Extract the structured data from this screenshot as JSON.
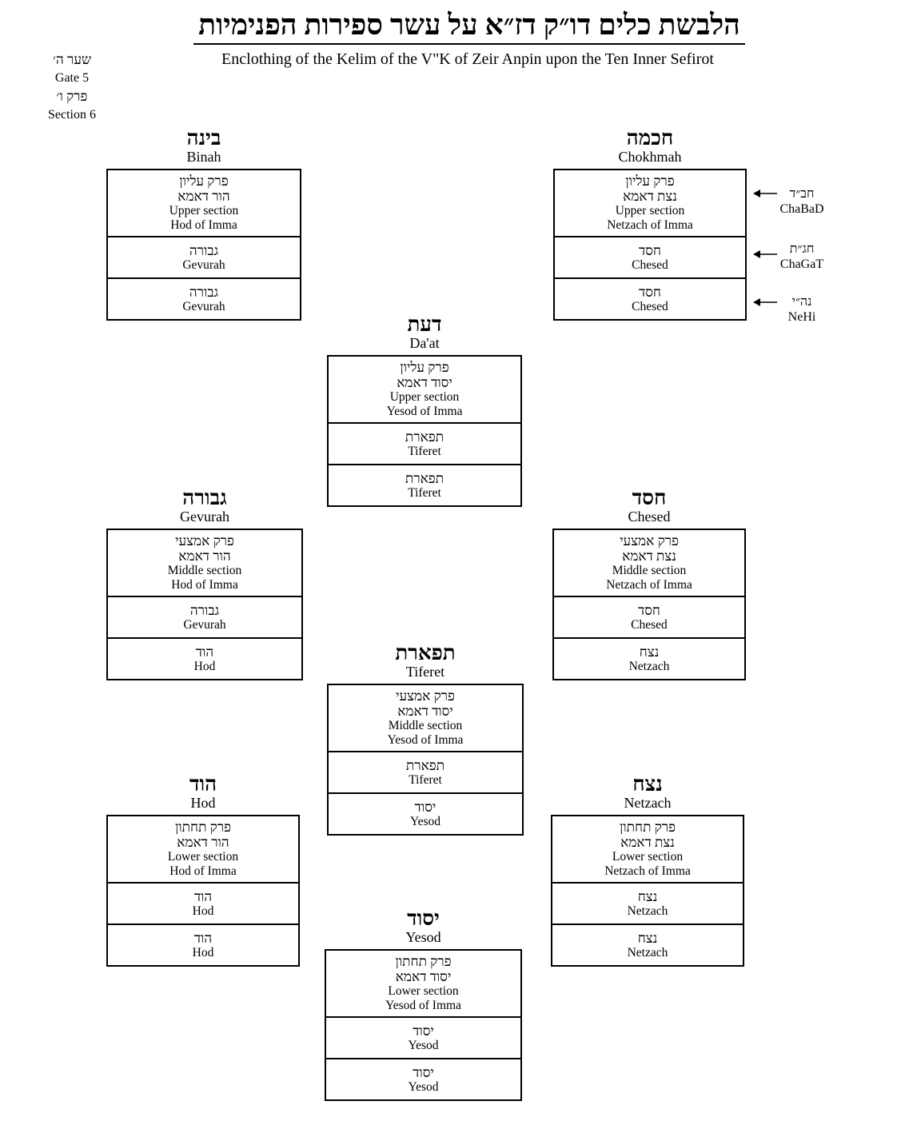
{
  "header": {
    "title_he": "הלבשת כלים דו״ק דז״א על עשר ספירות הפנימיות",
    "title_en": "Enclothing of the Kelim of the V\"K of Zeir Anpin upon the Ten Inner Sefirot",
    "gate_he": "שער ה׳",
    "gate_en": "Gate 5",
    "section_he": "פרק ו׳",
    "section_en": "Section 6"
  },
  "sefirot": {
    "binah": {
      "he": "בינה",
      "en": "Binah",
      "top": {
        "he1": "פרק עליון",
        "he2": "הור דאמא",
        "en1": "Upper section",
        "en2": "Hod of Imma"
      },
      "mid": {
        "he": "גבורה",
        "en": "Gevurah"
      },
      "bot": {
        "he": "גבורה",
        "en": "Gevurah"
      }
    },
    "chokhmah": {
      "he": "חכמה",
      "en": "Chokhmah",
      "top": {
        "he1": "פרק עליון",
        "he2": "נצת דאמא",
        "en1": "Upper section",
        "en2": "Netzach of Imma"
      },
      "mid": {
        "he": "חסד",
        "en": "Chesed"
      },
      "bot": {
        "he": "חסד",
        "en": "Chesed"
      }
    },
    "daat": {
      "he": "דעת",
      "en": "Da'at",
      "top": {
        "he1": "פרק עליון",
        "he2": "יסוד דאמא",
        "en1": "Upper section",
        "en2": "Yesod of Imma"
      },
      "mid": {
        "he": "תפארת",
        "en": "Tiferet"
      },
      "bot": {
        "he": "תפארת",
        "en": "Tiferet"
      }
    },
    "gevurah": {
      "he": "גבורה",
      "en": "Gevurah",
      "top": {
        "he1": "פרק אמצעי",
        "he2": "הור דאמא",
        "en1": "Middle section",
        "en2": "Hod of Imma"
      },
      "mid": {
        "he": "גבורה",
        "en": "Gevurah"
      },
      "bot": {
        "he": "הוד",
        "en": "Hod"
      }
    },
    "chesed": {
      "he": "חסד",
      "en": "Chesed",
      "top": {
        "he1": "פרק אמצעי",
        "he2": "נצת דאמא",
        "en1": "Middle section",
        "en2": "Netzach of Imma"
      },
      "mid": {
        "he": "חסד",
        "en": "Chesed"
      },
      "bot": {
        "he": "נצח",
        "en": "Netzach"
      }
    },
    "tiferet": {
      "he": "תפארת",
      "en": "Tiferet",
      "top": {
        "he1": "פרק אמצעי",
        "he2": "יסוד דאמא",
        "en1": "Middle section",
        "en2": "Yesod of Imma"
      },
      "mid": {
        "he": "תפארת",
        "en": "Tiferet"
      },
      "bot": {
        "he": "יסוד",
        "en": "Yesod"
      }
    },
    "hod": {
      "he": "הוד",
      "en": "Hod",
      "top": {
        "he1": "פרק תחתון",
        "he2": "הור דאמא",
        "en1": "Lower section",
        "en2": "Hod of Imma"
      },
      "mid": {
        "he": "הוד",
        "en": "Hod"
      },
      "bot": {
        "he": "הוד",
        "en": "Hod"
      }
    },
    "netzach": {
      "he": "נצח",
      "en": "Netzach",
      "top": {
        "he1": "פרק תחתון",
        "he2": "נצת דאמא",
        "en1": "Lower section",
        "en2": "Netzach of Imma"
      },
      "mid": {
        "he": "נצח",
        "en": "Netzach"
      },
      "bot": {
        "he": "נצח",
        "en": "Netzach"
      }
    },
    "yesod": {
      "he": "יסוד",
      "en": "Yesod",
      "top": {
        "he1": "פרק תחתון",
        "he2": "יסוד דאמא",
        "en1": "Lower section",
        "en2": "Yesod of Imma"
      },
      "mid": {
        "he": "יסוד",
        "en": "Yesod"
      },
      "bot": {
        "he": "יסוד",
        "en": "Yesod"
      }
    }
  },
  "side_labels": {
    "chabad": {
      "he": "חב״ד",
      "en": "ChaBaD"
    },
    "chagat": {
      "he": "חג״ת",
      "en": "ChaGaT"
    },
    "nehi": {
      "he": "נה״י",
      "en": "NeHi"
    }
  }
}
